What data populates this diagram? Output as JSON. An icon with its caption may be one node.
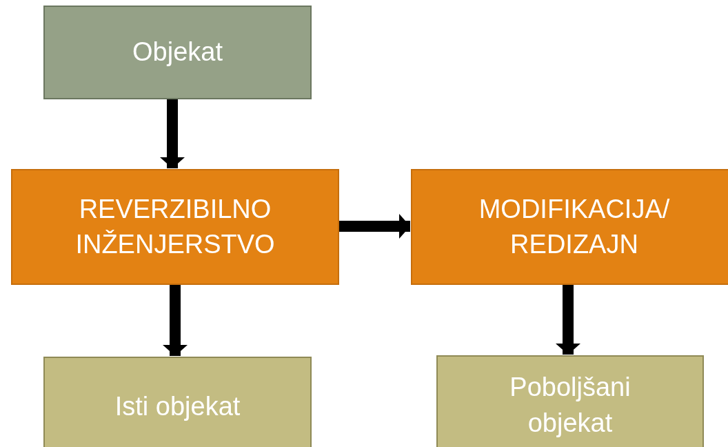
{
  "diagram": {
    "nodes": [
      {
        "text": [
          "Objekat"
        ]
      },
      {
        "text": [
          "REVERZIBILNO INŽENJERSTVO"
        ]
      },
      {
        "text": [
          "MODIFIKACIJA/ REDIZAJN"
        ]
      },
      {
        "text": [
          "Isti objekat"
        ]
      },
      {
        "text": [
          "Poboljšani objekat"
        ]
      }
    ],
    "edges": [
      {
        "from": 0,
        "to": 1,
        "arrow": "to"
      },
      {
        "from": 1,
        "to": 2,
        "arrow": "to"
      },
      {
        "from": 1,
        "to": 3,
        "arrow": "to"
      },
      {
        "from": 2,
        "to": 4,
        "arrow": "to"
      }
    ]
  }
}
